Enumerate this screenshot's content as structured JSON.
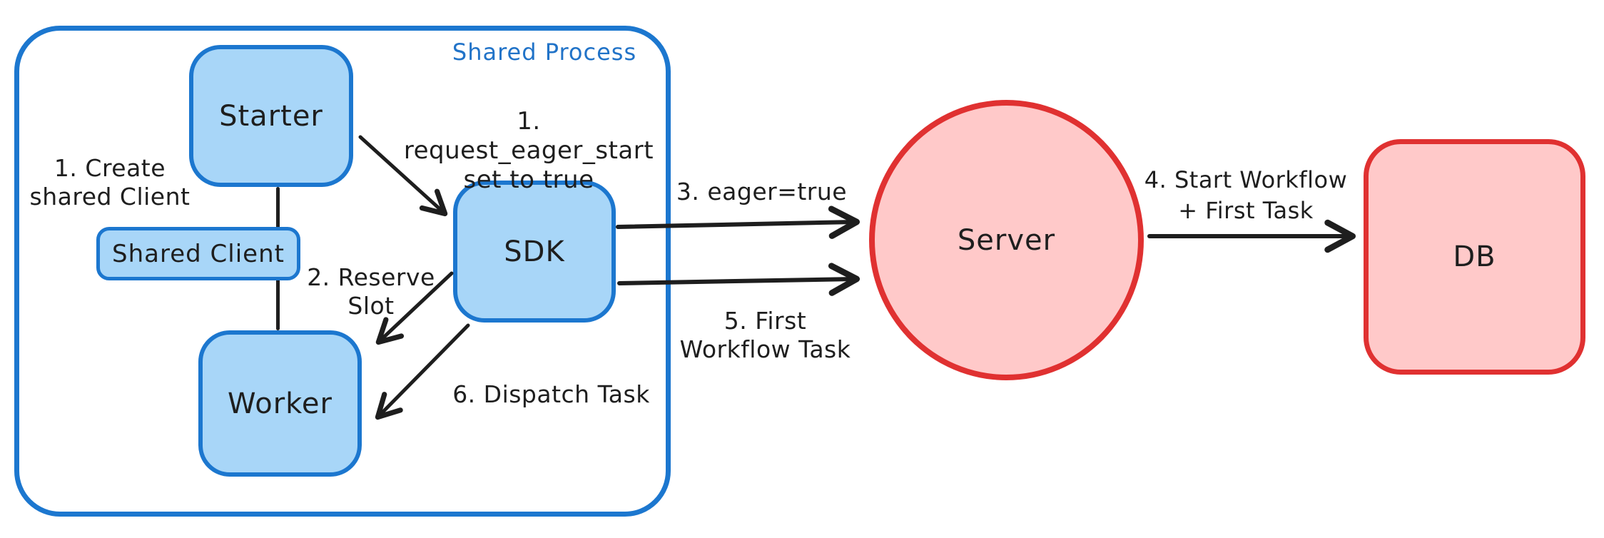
{
  "container": {
    "label": "Shared Process"
  },
  "nodes": {
    "starter": {
      "label": "Starter"
    },
    "shared_client": {
      "label": "Shared Client"
    },
    "worker": {
      "label": "Worker"
    },
    "sdk": {
      "label": "SDK"
    },
    "server": {
      "label": "Server"
    },
    "db": {
      "label": "DB"
    }
  },
  "annotations": {
    "create_shared_client": "1. Create\nshared Client",
    "request_eager_start": "1. request_eager_start\nset to true",
    "reserve_slot": "2. Reserve\nSlot",
    "dispatch_task": "6. Dispatch Task",
    "eager_true": "3. eager=true",
    "first_workflow_task": "5. First\nWorkflow Task",
    "start_workflow": "4. Start Workflow\n+ First Task"
  },
  "arrows": [
    {
      "name": "starter-to-sdk",
      "label_ref": "request_eager_start"
    },
    {
      "name": "sdk-to-worker-reserve",
      "label_ref": "reserve_slot"
    },
    {
      "name": "sdk-to-worker-dispatch",
      "label_ref": "dispatch_task"
    },
    {
      "name": "sdk-to-server-eager",
      "label_ref": "eager_true"
    },
    {
      "name": "sdk-to-server-first-task",
      "label_ref": "first_workflow_task"
    },
    {
      "name": "server-to-db",
      "label_ref": "start_workflow"
    }
  ],
  "colors": {
    "ink": "#1e1e1e",
    "blue-stroke": "#1c77cf",
    "blue-fill": "#a8d6f8",
    "red-stroke": "#e03131",
    "red-fill": "#ffc9c9",
    "label-blue": "#2173c8",
    "bg": "#ffffff"
  }
}
